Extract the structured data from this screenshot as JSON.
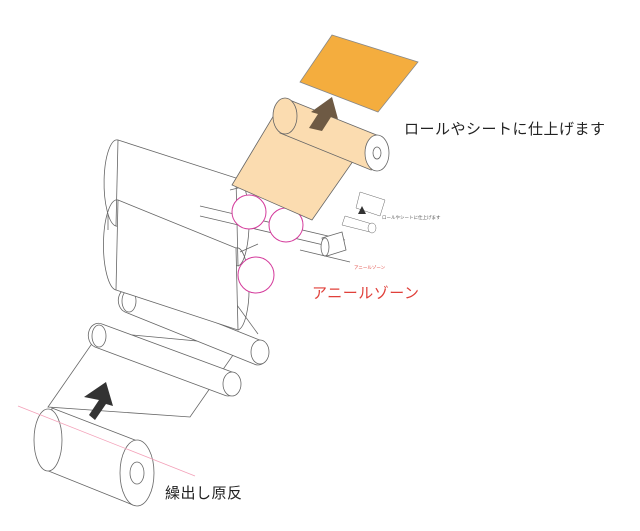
{
  "labels": {
    "output_main": "ロールやシートに仕上げます",
    "anneal_main": "アニールゾーン",
    "source": "繰出し原反",
    "output_small": "ロールやシートに仕上げます",
    "anneal_small": "アニールゾーン"
  },
  "colors": {
    "line": "#666666",
    "sheet_light": "#fbdcb0",
    "sheet_orange": "#f4ad3e",
    "arrow_dark": "#333333",
    "arrow_brown": "#6e5a44",
    "anneal_roll_stroke": "#d43a9b",
    "anneal_text": "#e0403a",
    "axis_line": "#f3a0b8"
  }
}
